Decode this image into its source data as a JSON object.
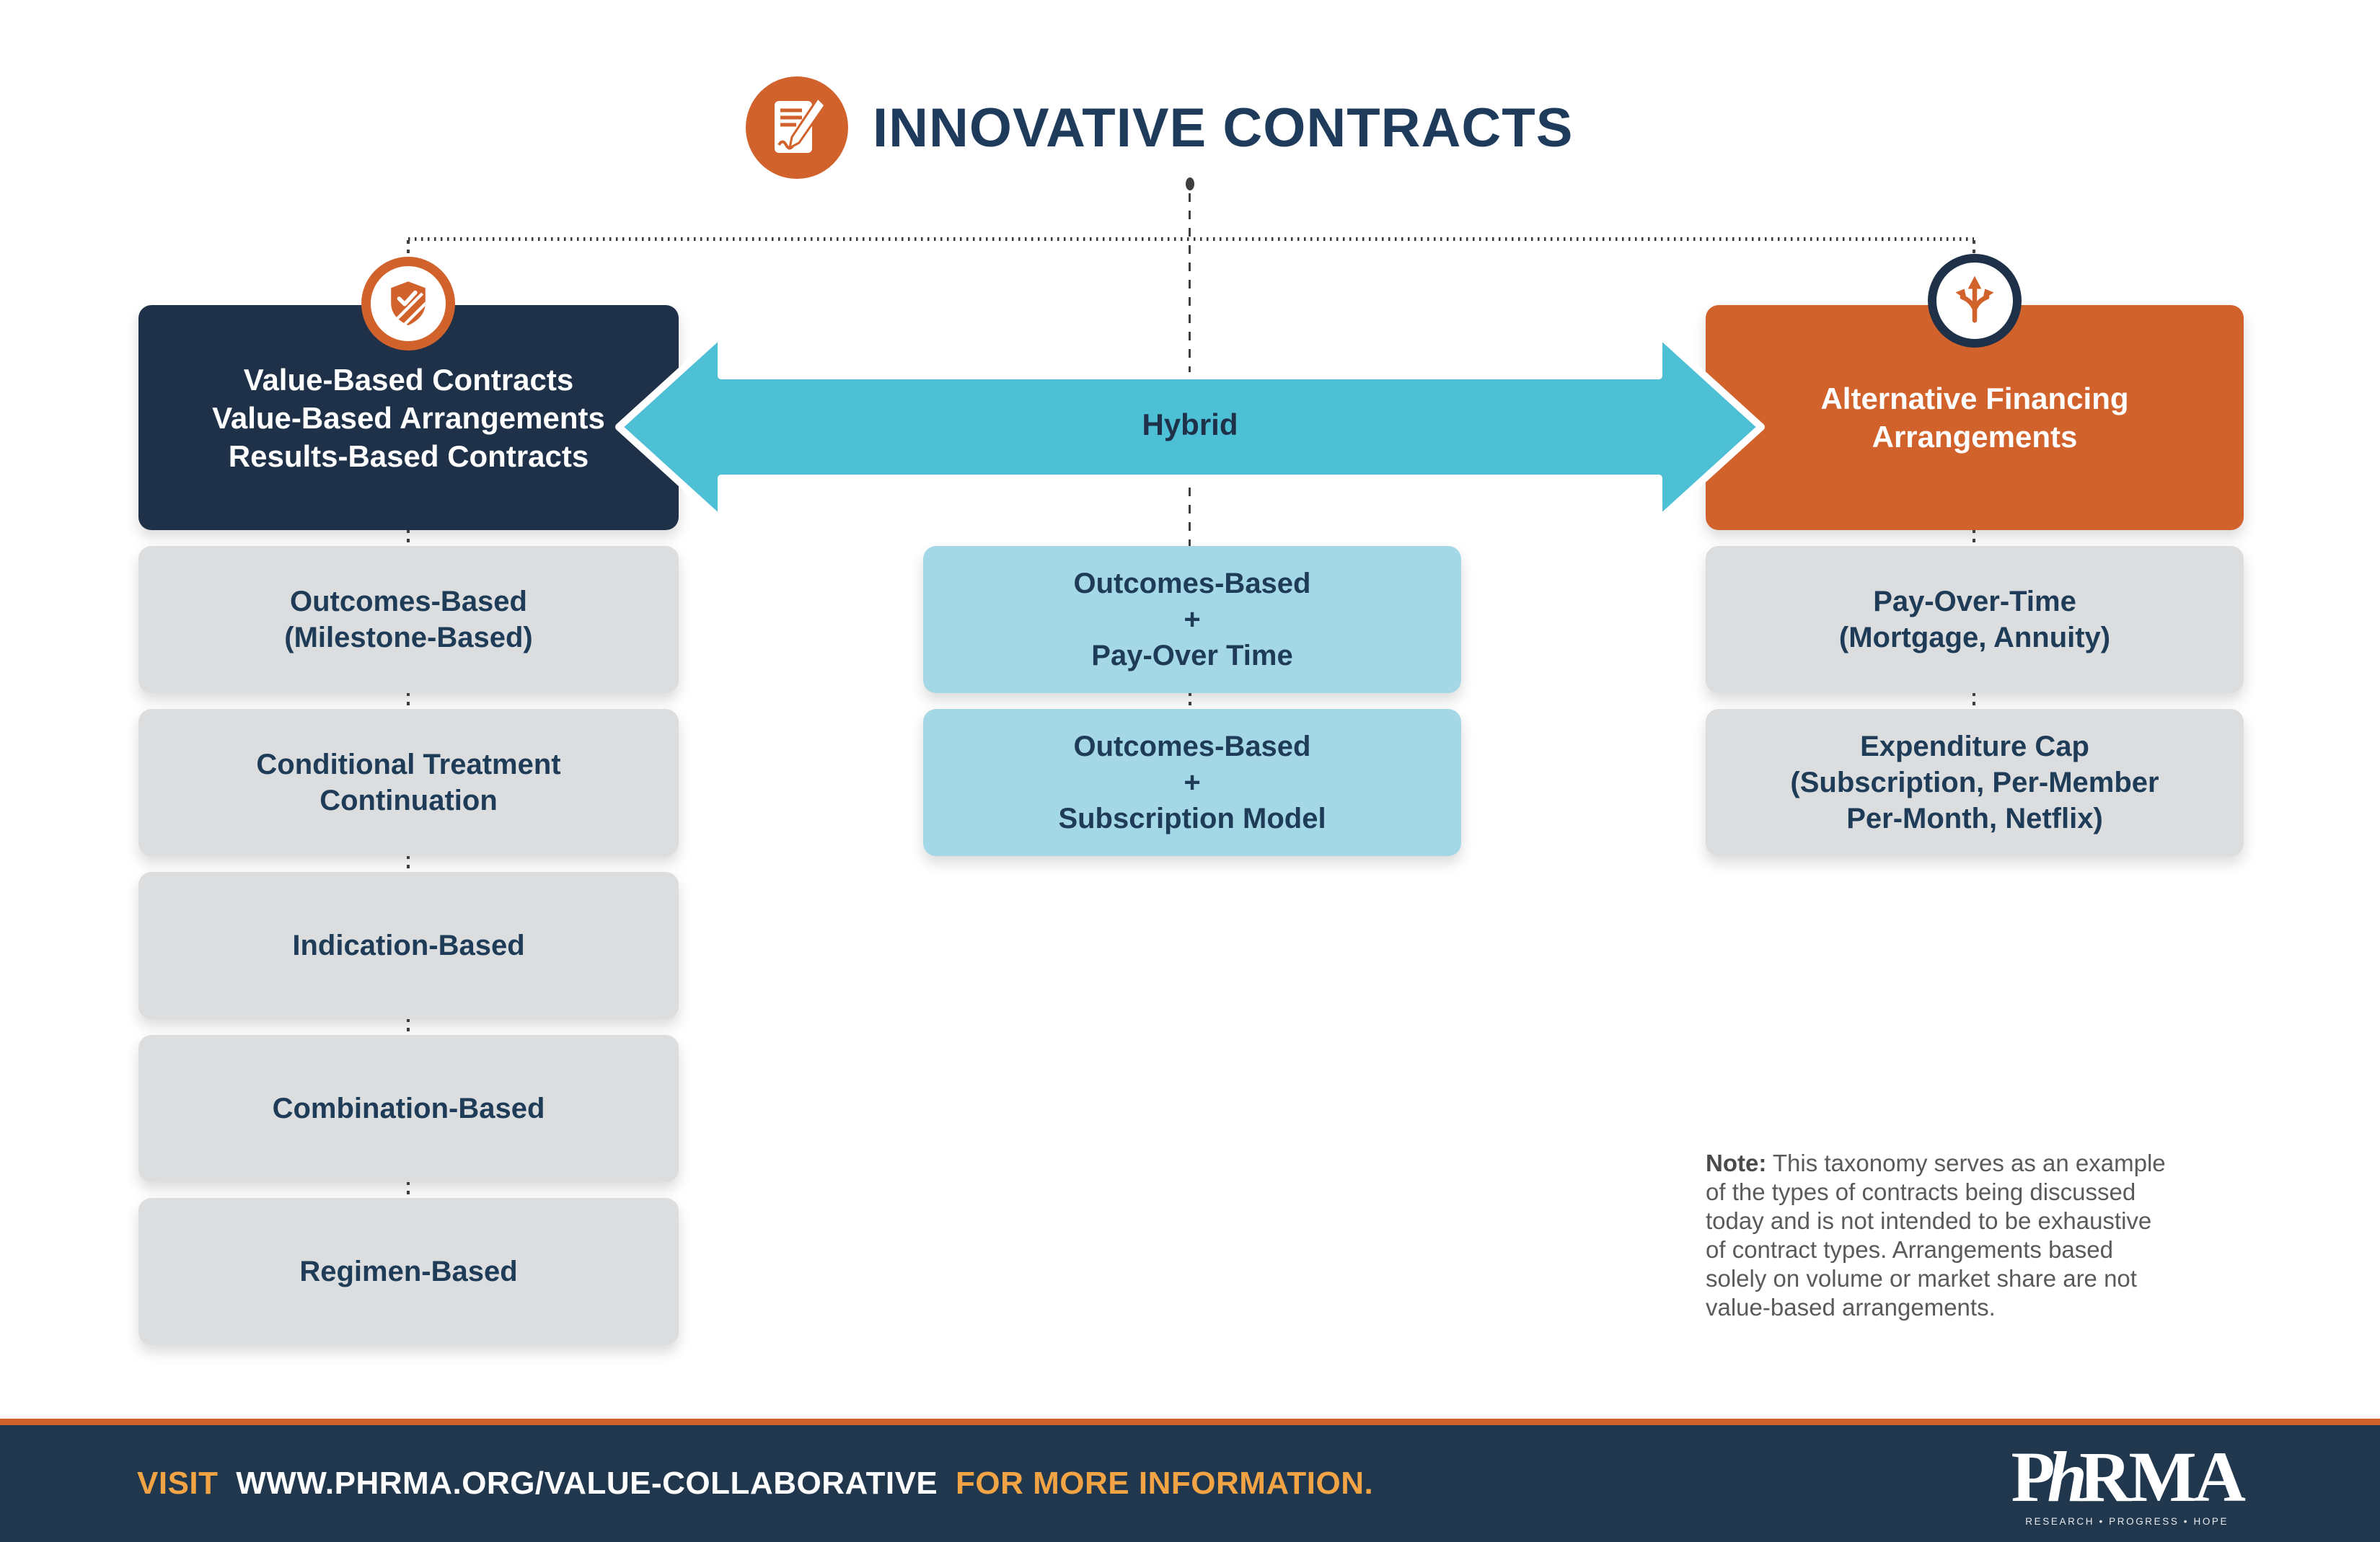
{
  "header": {
    "title": "INNOVATIVE CONTRACTS"
  },
  "left_branch": {
    "title": "Value-Based Contracts\nValue-Based Arrangements\nResults-Based Contracts",
    "items": [
      "Outcomes-Based\n(Milestone-Based)",
      "Conditional Treatment\nContinuation",
      "Indication-Based",
      "Combination-Based",
      "Regimen-Based"
    ]
  },
  "center_branch": {
    "arrow_label": "Hybrid",
    "items": [
      "Outcomes-Based\n+\nPay-Over Time",
      "Outcomes-Based\n+\nSubscription Model"
    ]
  },
  "right_branch": {
    "title": "Alternative Financing\nArrangements",
    "items": [
      "Pay-Over-Time\n(Mortgage, Annuity)",
      "Expenditure Cap\n(Subscription, Per-Member\nPer-Month, Netflix)"
    ]
  },
  "note": {
    "label": "Note:",
    "text": " This taxonomy serves as an example\nof the types of contracts being discussed\ntoday and is not intended to be exhaustive\nof contract types. Arrangements based\nsolely on volume or market share are not\nvalue-based arrangements."
  },
  "footer": {
    "visit": "VISIT",
    "url": "WWW.PHRMA.ORG/VALUE-COLLABORATIVE",
    "suffix": "FOR MORE INFORMATION.",
    "logo_p": "P",
    "logo_h": "h",
    "logo_rma": "RMA",
    "tagline": "RESEARCH • PROGRESS • HOPE"
  },
  "icons": {
    "header": "contract-document-pen-icon",
    "left": "shield-check-icon",
    "right": "branching-arrows-icon"
  },
  "colors": {
    "navy": "#1f3148",
    "footer_navy": "#20374e",
    "orange": "#d2622c",
    "teal": "#4ec0d6",
    "light_blue": "#a5d8e6",
    "gray": "#dcddde",
    "title_text": "#1e3b5c",
    "box_text": "#1e3b57",
    "footer_accent": "#f2a444",
    "note_text": "#595a5c"
  }
}
